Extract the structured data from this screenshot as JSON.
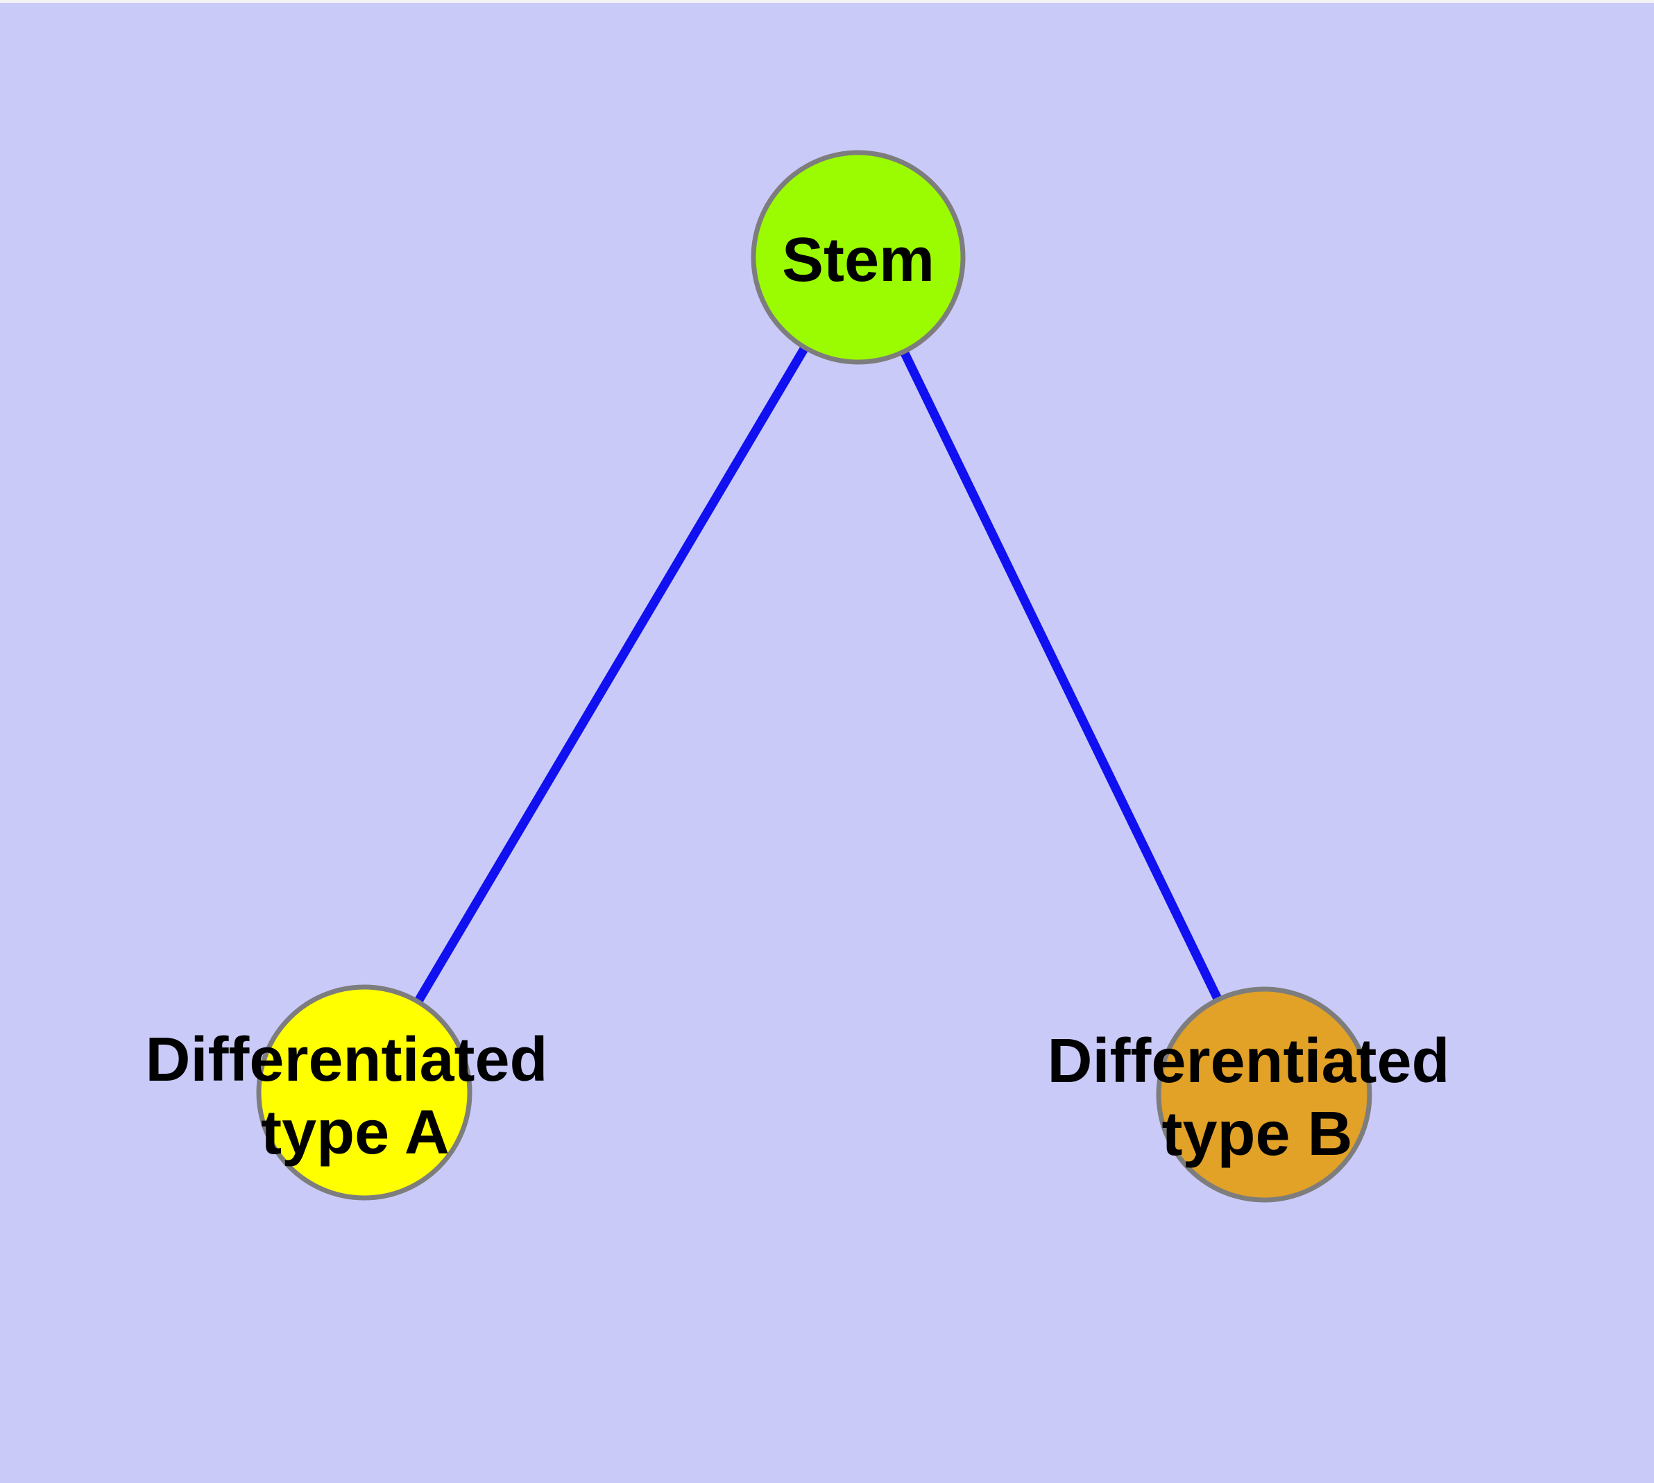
{
  "diagram": {
    "background_color": "#cacaf9",
    "top_strip_color": "#f4f4f6",
    "edge_color": "#1010f0",
    "node_border_color": "#7d7d7d",
    "label_color": "#000000",
    "nodes": [
      {
        "id": "stem",
        "label": "Stem",
        "lines": [
          "Stem"
        ],
        "fill": "#9bfb00"
      },
      {
        "id": "type-a",
        "label": "Differentiated type A",
        "lines": [
          "Differentiated",
          "type A"
        ],
        "fill": "#ffff00"
      },
      {
        "id": "type-b",
        "label": "Differentiated type B",
        "lines": [
          "Differentiated",
          "type B"
        ],
        "fill": "#e2a127"
      }
    ],
    "edges": [
      {
        "from": "Stem",
        "to": "Differentiated type A"
      },
      {
        "from": "Stem",
        "to": "Differentiated type B"
      }
    ]
  }
}
